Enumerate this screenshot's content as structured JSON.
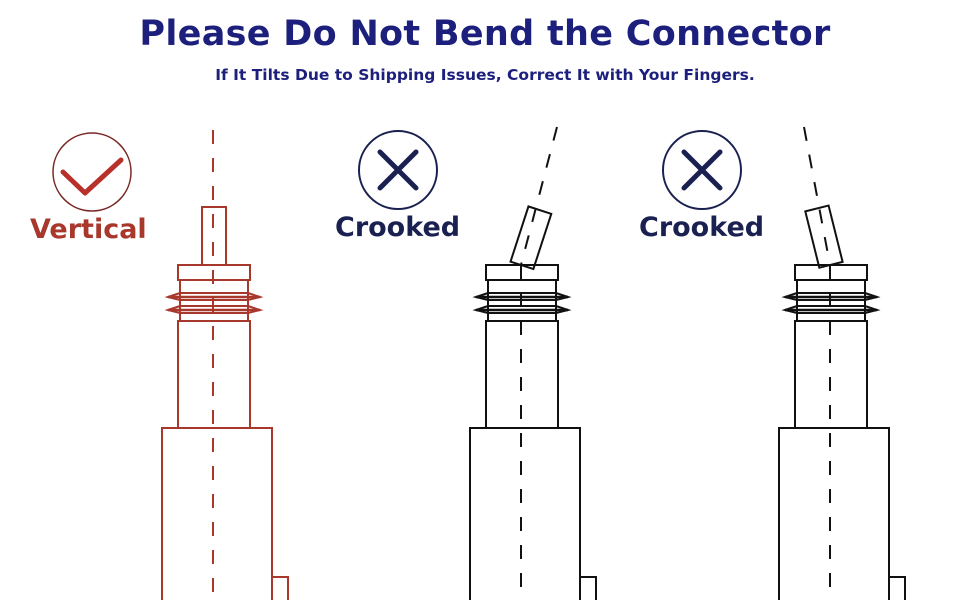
{
  "header": {
    "title": "Please Do Not Bend the Connector",
    "subtitle": "If It Tilts Due to Shipping Issues, Correct It with Your Fingers."
  },
  "panels": [
    {
      "label": "Vertical",
      "icon": "check-icon",
      "color": "#a8372c",
      "state": "correct"
    },
    {
      "label": "Crooked",
      "icon": "x-icon",
      "color": "#1a2150",
      "state": "wrong"
    },
    {
      "label": "Crooked",
      "icon": "x-icon",
      "color": "#1a2150",
      "state": "wrong"
    }
  ]
}
